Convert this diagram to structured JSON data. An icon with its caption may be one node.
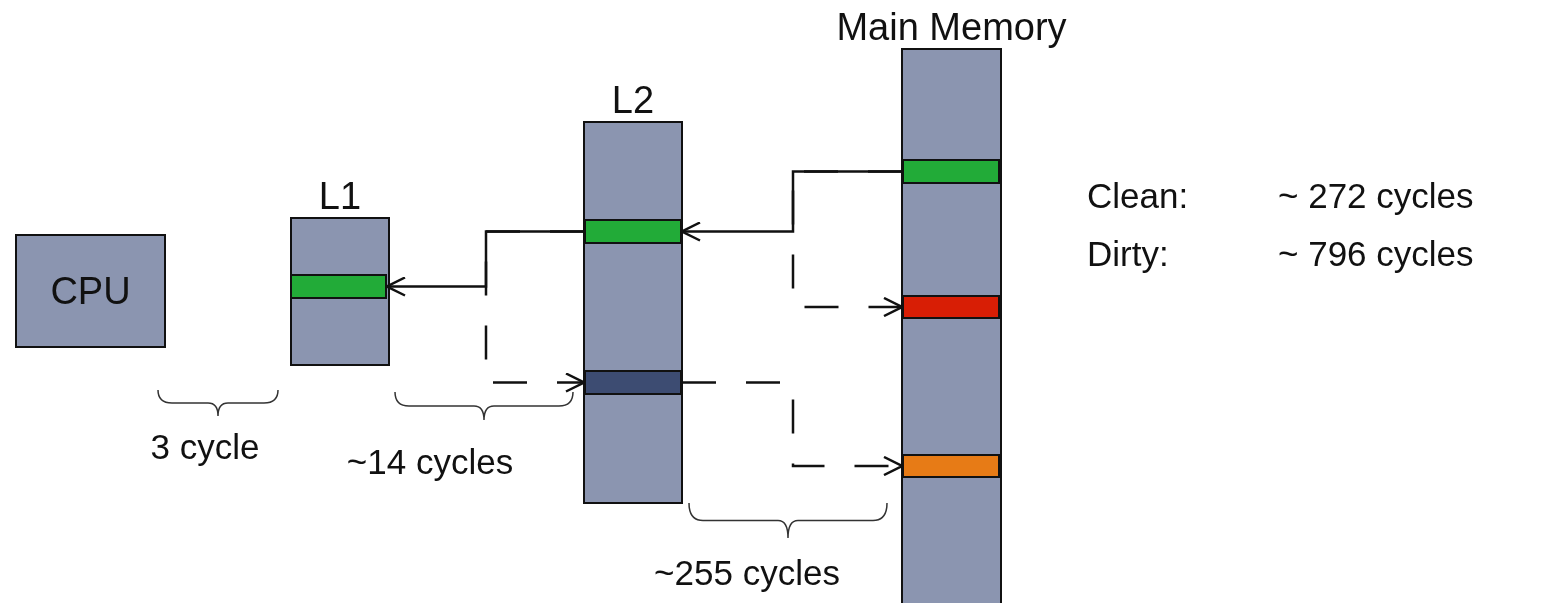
{
  "diagram": {
    "nodes": [
      {
        "text": [
          "CPU"
        ]
      },
      {
        "text": [
          "L1"
        ]
      },
      {
        "text": [],
        "shape": "bar",
        "in": 1
      },
      {
        "text": [
          "L2"
        ]
      },
      {
        "text": [],
        "shape": "bar",
        "in": 3
      },
      {
        "text": [],
        "shape": "bar",
        "in": 3
      },
      {
        "text": [
          "Main Memory"
        ]
      },
      {
        "text": [],
        "shape": "bar",
        "in": 6
      },
      {
        "text": [],
        "shape": "bar",
        "in": 6
      },
      {
        "text": [],
        "shape": "bar",
        "in": 6
      }
    ],
    "edges": [
      {
        "from": 7,
        "to": 4,
        "arrow": "to"
      },
      {
        "from": 4,
        "to": 2,
        "arrow": "to"
      },
      {
        "from": 4,
        "to": 5,
        "arrow": "to",
        "style": "dashed"
      },
      {
        "from": 7,
        "to": 8,
        "arrow": "to",
        "style": "dashed"
      },
      {
        "from": 5,
        "to": 9,
        "arrow": "to",
        "style": "dashed"
      }
    ],
    "labels": [
      "Clean:",
      "~ 272 cycles",
      "Dirty:",
      "~ 796 cycles",
      "3 cycle",
      "~14 cycles",
      "~255 cycles"
    ]
  }
}
